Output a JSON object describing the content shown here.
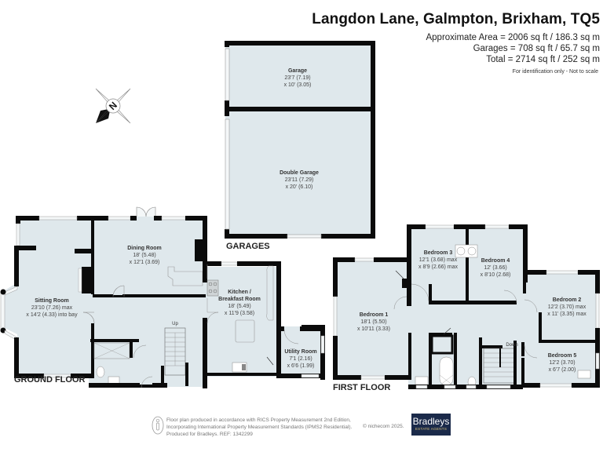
{
  "header": {
    "title": "Langdon Lane, Galmpton, Brixham, TQ5",
    "approx_area": "Approximate Area = 2006 sq ft / 186.3 sq m",
    "garages_area": "Garages = 708 sq ft / 65.7 sq m",
    "total_area": "Total = 2714 sq ft / 252 sq m",
    "note": "For identification only - Not to scale"
  },
  "compass": {
    "icon": "compass-north-icon",
    "label": "N"
  },
  "floors": {
    "garages": "GARAGES",
    "ground": "GROUND FLOOR",
    "first": "FIRST FLOOR"
  },
  "rooms": {
    "garage": {
      "name": "Garage",
      "dim1": "23'7 (7.19)",
      "dim2": "x 10' (3.05)"
    },
    "double_garage": {
      "name": "Double Garage",
      "dim1": "23'11 (7.29)",
      "dim2": "x 20' (6.10)"
    },
    "sitting_room": {
      "name": "Sitting Room",
      "dim1": "23'10 (7.26) max",
      "dim2": "x 14'2 (4.33) into bay"
    },
    "dining_room": {
      "name": "Dining Room",
      "dim1": "18' (5.48)",
      "dim2": "x 12'1 (3.69)"
    },
    "kitchen": {
      "name": "Kitchen /",
      "name2": "Breakfast Room",
      "dim1": "18' (5.49)",
      "dim2": "x 11'9 (3.58)"
    },
    "utility": {
      "name": "Utility Room",
      "dim1": "7'1 (2.16)",
      "dim2": "x 6'6 (1.99)"
    },
    "bedroom1": {
      "name": "Bedroom 1",
      "dim1": "18'1 (5.50)",
      "dim2": "x 10'11 (3.33)"
    },
    "bedroom2": {
      "name": "Bedroom 2",
      "dim1": "12'2 (3.70) max",
      "dim2": "x 11' (3.35) max"
    },
    "bedroom3": {
      "name": "Bedroom 3",
      "dim1": "12'1 (3.68) max",
      "dim2": "x 8'9 (2.66) max"
    },
    "bedroom4": {
      "name": "Bedroom 4",
      "dim1": "12' (3.66)",
      "dim2": "x 8'10 (2.68)"
    },
    "bedroom5": {
      "name": "Bedroom 5",
      "dim1": "12'2 (3.70)",
      "dim2": "x 6'7 (2.00)"
    }
  },
  "stairs": {
    "up": "Up",
    "down": "Down"
  },
  "footer": {
    "line1": "Floor plan produced in accordance with RICS Property Measurement 2nd Edition,",
    "line2": "Incorporating International Property Measurement Standards (IPMS2 Residential).",
    "line3": "Produced for Bradleys.   REF: 1342299",
    "copyright": "© nichecom 2025.",
    "brand_name": "Bradleys",
    "brand_sub": "ESTATE AGENTS"
  },
  "colors": {
    "floor_fill": "#dfe8ec",
    "wall": "#0b0b0b",
    "brand_bg": "#1b2a4a"
  }
}
